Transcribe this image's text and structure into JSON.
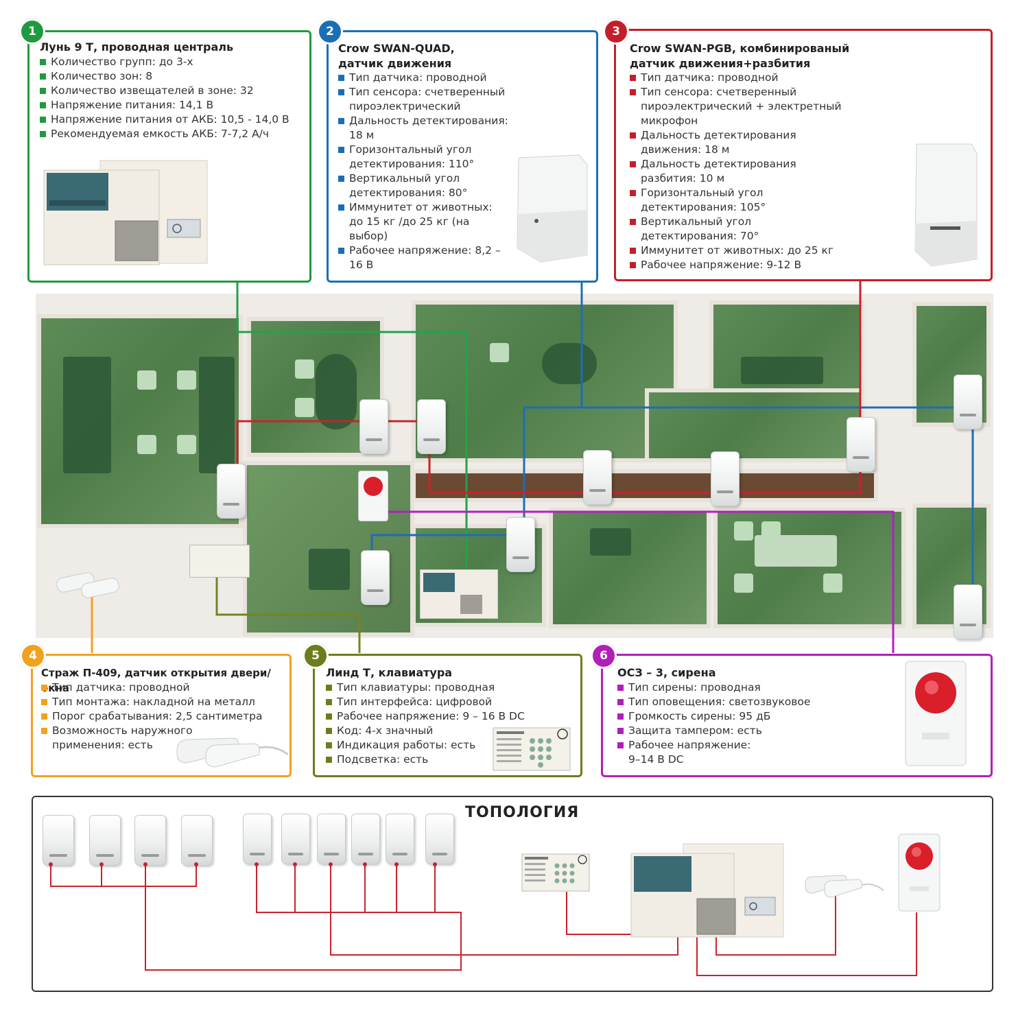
{
  "colors": {
    "c1": "#1f9a3f",
    "c2": "#1a6fb3",
    "c3": "#c41e2a",
    "c4": "#f0a21e",
    "c5": "#6f7c1c",
    "c6": "#b01fb8",
    "wire_red": "#c8232c",
    "wire_blue": "#1f6db3",
    "wire_green": "#23a24a",
    "wire_purple": "#b31fc0",
    "wire_olive": "#748420",
    "wire_orange": "#f0a21e"
  },
  "cards": [
    {
      "num": "1",
      "title": "Лунь 9 Т, проводная централь",
      "items": [
        "Количество групп: до 3-х",
        "Количество зон: 8",
        "Количество извещателей в зоне: 32",
        "Напряжение питания: 14,1 В",
        "Напряжение питания от АКБ: 10,5 - 14,0 В",
        "Рекомендуемая емкость АКБ: 7-7,2 А/ч"
      ]
    },
    {
      "num": "2",
      "title": "Crow SWAN-QUAD, датчик движения",
      "items": [
        "Тип датчика: проводной",
        "Тип сенсора: счетверенный пироэлектрический",
        "Дальность детектирования: 18 м",
        "Горизонтальный угол детектирования: 110°",
        "Вертикальный угол детектирования: 80°",
        "Иммунитет от животных: до 15 кг /до 25 кг (на выбор)",
        "Рабочее напряжение: 8,2 – 16 В"
      ]
    },
    {
      "num": "3",
      "title": "Crow SWAN-PGB, комбинированый датчик движения+разбития",
      "items": [
        "Тип датчика: проводной",
        "Тип сенсора: счетверенный пироэлектрический + электретный микрофон",
        "Дальность детектирования движения: 18 м",
        "Дальность детектирования разбития: 10 м",
        "Горизонтальный угол детектирования: 105°",
        "Вертикальный угол детектирования: 70°",
        "Иммунитет от животных: до 25 кг",
        "Рабочее напряжение: 9-12 В"
      ]
    },
    {
      "num": "4",
      "title": "Страж П-409, датчик открытия двери/окна",
      "items": [
        "Тип датчика: проводной",
        "Тип монтажа: накладной на металл",
        "Порог срабатывания: 2,5 сантиметра",
        "Возможность наружного применения: есть"
      ]
    },
    {
      "num": "5",
      "title": "Линд Т, клавиатура",
      "items": [
        "Тип клавиатуры: проводная",
        "Тип интерфейса: цифровой",
        "Рабочее напряжение: 9 – 16 В DC",
        "Код: 4-х значный",
        "Индикация работы: есть",
        "Подсветка: есть"
      ]
    },
    {
      "num": "6",
      "title": "ОСЗ – 3, сирена",
      "items": [
        "Тип сирены: проводная",
        "Тип оповещения: светозвуковое",
        "Громкость сирены: 95 дБ",
        "Защита тампером: есть",
        "Рабочее напряжение: 9–14 В DC"
      ]
    }
  ],
  "topology": {
    "title": "ТОПОЛОГИЯ"
  },
  "icons": {
    "panel": "control-panel-icon",
    "sensor": "motion-sensor-icon",
    "keypad": "keypad-icon",
    "siren": "siren-icon",
    "magnet": "door-contact-icon"
  }
}
